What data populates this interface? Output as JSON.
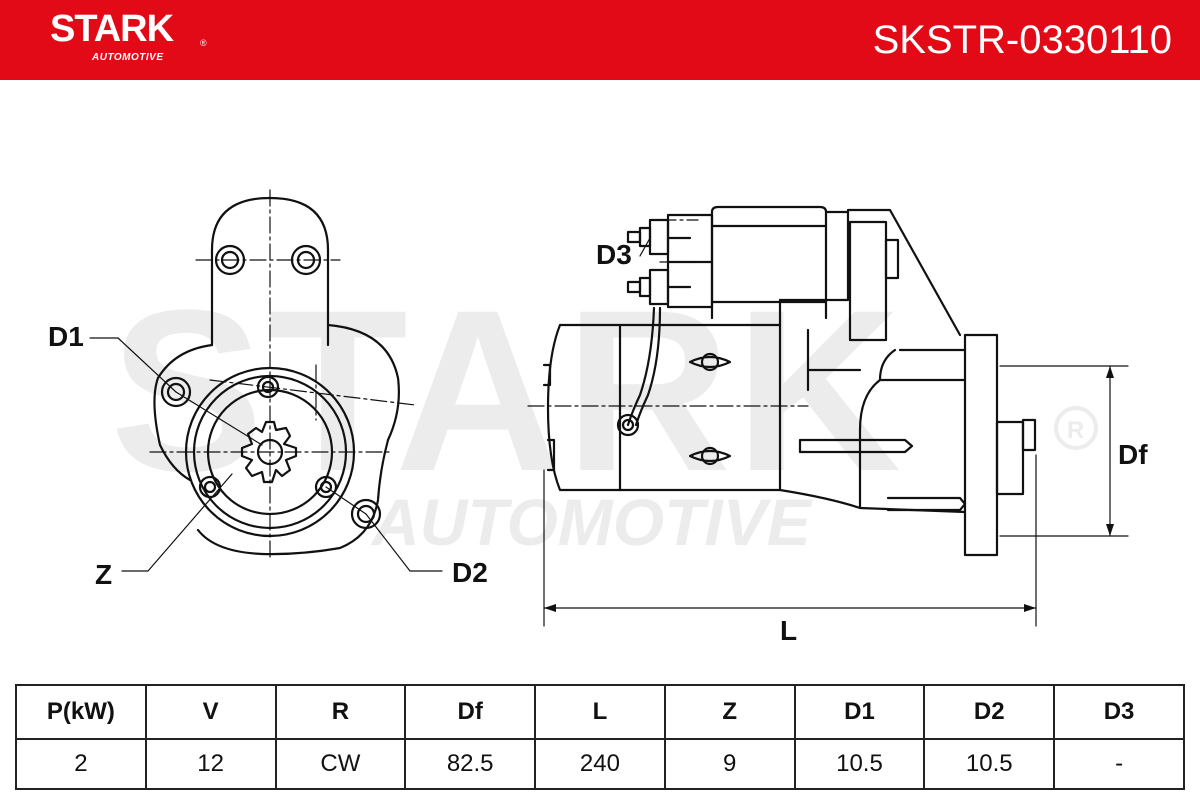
{
  "header": {
    "brand": "STARK",
    "brand_sub": "AUTOMOTIVE",
    "part_number": "SKSTR-0330110",
    "color": "#e20a16"
  },
  "watermark": {
    "text": "STARK",
    "sub": "AUTOMOTIVE"
  },
  "labels": {
    "d1": "D1",
    "d2": "D2",
    "d3": "D3",
    "z": "Z",
    "df": "Df",
    "l": "L"
  },
  "table": {
    "headers": [
      "P(kW)",
      "V",
      "R",
      "Df",
      "L",
      "Z",
      "D1",
      "D2",
      "D3"
    ],
    "values": [
      "2",
      "12",
      "CW",
      "82.5",
      "240",
      "9",
      "10.5",
      "10.5",
      "-"
    ]
  }
}
